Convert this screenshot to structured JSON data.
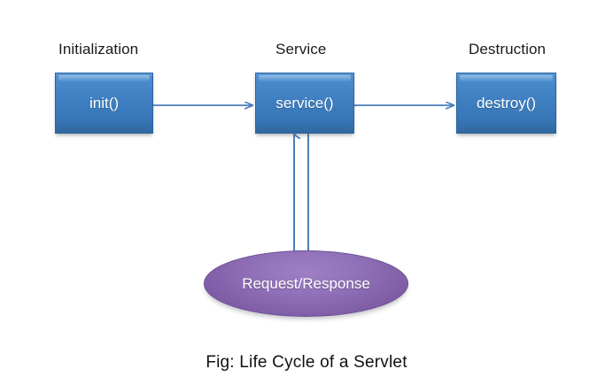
{
  "figure": {
    "caption": "Fig: Life Cycle of a Servlet",
    "background_color": "#ffffff"
  },
  "phases": [
    {
      "label": "Initialization"
    },
    {
      "label": "Service"
    },
    {
      "label": "Destruction"
    }
  ],
  "nodes": {
    "init_box": {
      "label": "init()",
      "shape": "rectangle",
      "fill_color": "#3f7fc1"
    },
    "service_box": {
      "label": "service()",
      "shape": "rectangle",
      "fill_color": "#3f7fc1"
    },
    "destroy_box": {
      "label": "destroy()",
      "shape": "rectangle",
      "fill_color": "#3f7fc1"
    },
    "request_response_ellipse": {
      "label": "Request/Response",
      "shape": "ellipse",
      "fill_color": "#8a67b0"
    }
  },
  "connectors": {
    "color": "#4a7ebb",
    "items": [
      {
        "name": "init-to-service",
        "from": "init()",
        "to": "service()",
        "direction": "right"
      },
      {
        "name": "service-to-destroy",
        "from": "service()",
        "to": "destroy()",
        "direction": "right"
      },
      {
        "name": "request-to-service",
        "from": "Request/Response",
        "to": "service()",
        "direction": "up"
      },
      {
        "name": "service-to-response",
        "from": "service()",
        "to": "Request/Response",
        "direction": "down"
      }
    ]
  }
}
